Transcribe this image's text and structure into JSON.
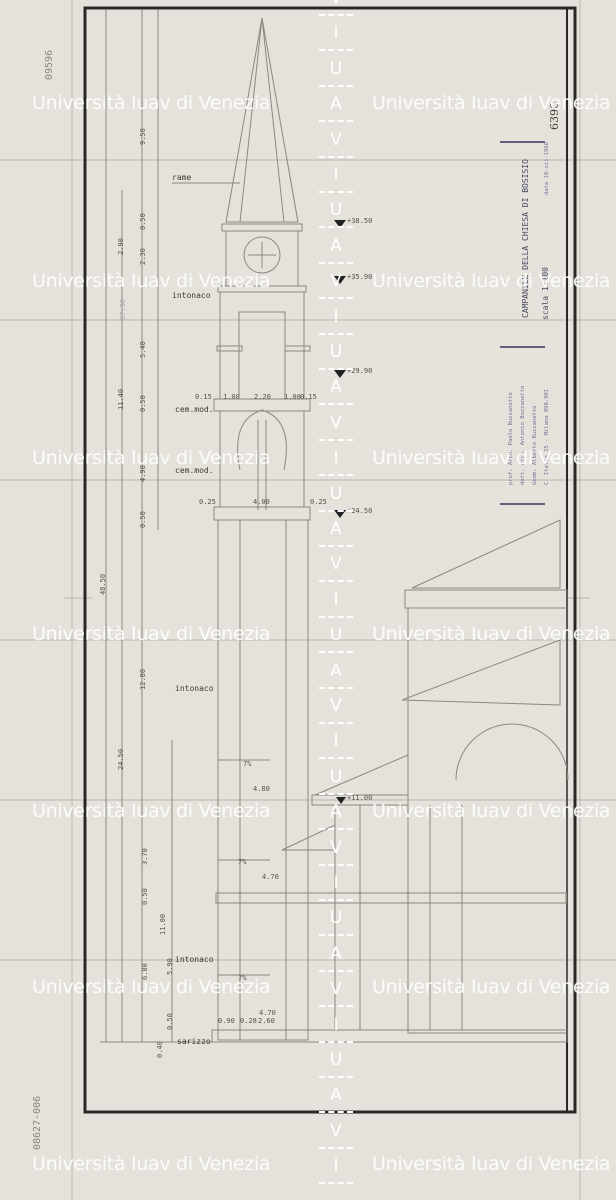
{
  "watermark": {
    "text": "Università Iuav di Venezia",
    "vertical_letters": [
      "I",
      "U",
      "A",
      "V"
    ]
  },
  "archive": {
    "top_left_code": "09596",
    "bottom_left_code": "08627-006",
    "sheet_number": "6390"
  },
  "title_block": {
    "title": "CAMPANILE DELLA CHIESA DI BOSISIO",
    "date": "data 18-xii-1966",
    "scale": "scala 1:100",
    "stamp_lines": [
      "prof. Arch. Paolo Buzzanetto",
      "dott. Arch. Antonio Buzzanetto",
      "Geom. Alberto Buzzanetto",
      "C. Italia 15 - Milano 890.901"
    ]
  },
  "material_labels": {
    "spire": "rame",
    "upper": "intonaco",
    "cornice1": "cem.mod.",
    "cornice2": "cem.mod.",
    "shaft": "intonaco",
    "lower": "intonaco",
    "base": "sarizzo"
  },
  "elevations": [
    "+38.50",
    "+35.90",
    "+29.90",
    "+24.50",
    "+11.00"
  ],
  "dimensions": {
    "total": "48.50",
    "spire": "9.50",
    "upper": "2.90",
    "sub1": "0.50",
    "clock": "2.30",
    "total_upper": "37.90",
    "belfry": "5.40",
    "cornice": "0.50",
    "belfry_block": "11.40",
    "angel": "4.90",
    "angel_base": "0.50",
    "shaft_total": "24.50",
    "shaft": "12.80",
    "lower1": "3.70",
    "lower2": "0.50",
    "lower3": "11.00",
    "lower4": "6.80",
    "lower5": "5.90",
    "base1": "0.50",
    "base2": "0.40",
    "widths_belfry": [
      "0.15",
      "1.00",
      "2.20",
      "1.00",
      "0.15"
    ],
    "widths_angel": [
      "0.25",
      "4.00",
      "0.25"
    ],
    "width_shaft": "4.80",
    "width_lower": "4.70",
    "width_base": "4.70",
    "width_base_parts": [
      "0.90",
      "0.28",
      "2.60"
    ],
    "slope1": "7%",
    "slope2": "7%",
    "slope3": "7%"
  }
}
